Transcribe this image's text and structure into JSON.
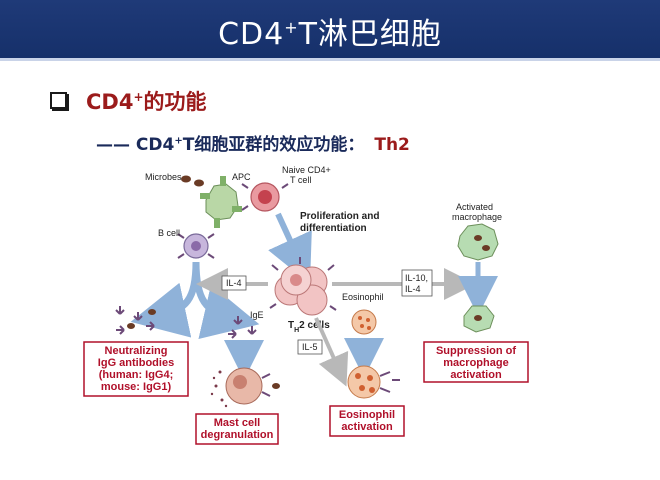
{
  "slide": {
    "title_main": "CD4",
    "title_sup": "+",
    "title_rest": "T淋巴细胞",
    "heading_main": "CD4",
    "heading_sup": "+",
    "heading_rest": "的功能",
    "sub_dash": "—— ",
    "sub_main": "CD4",
    "sub_sup": "+",
    "sub_rest": "T细胞亚群的效应功能：",
    "sub_th2": "Th2"
  },
  "diagram": {
    "microbes": "Microbes",
    "apc": "APC",
    "naive_1": "Naive CD4+",
    "naive_2": "T cell",
    "prolif_1": "Proliferation and",
    "prolif_2": "differentiation",
    "b_cell": "B cell",
    "il4": "IL-4",
    "th2_t": "T",
    "th2_sub": "H",
    "th2_rest": "2 cells",
    "il10_1": "IL-10,",
    "il10_2": "IL-4",
    "activated_1": "Activated",
    "activated_2": "macrophage",
    "ige": "IgE",
    "eosinophil": "Eosinophil",
    "il5": "IL-5",
    "neut_1": "Neutralizing",
    "neut_2": "IgG antibodies",
    "neut_3": "(human: IgG4;",
    "neut_4": "mouse: IgG1)",
    "mast_1": "Mast cell",
    "mast_2": "degranulation",
    "eos_act_1": "Eosinophil",
    "eos_act_2": "activation",
    "supp_1": "Suppression of",
    "supp_2": "macrophage",
    "supp_3": "activation"
  },
  "colors": {
    "title_bg": "#1f3a78",
    "heading_red": "#9b1b1b",
    "box_red": "#b0102a",
    "arrow_blue": "#8fb2d9"
  }
}
